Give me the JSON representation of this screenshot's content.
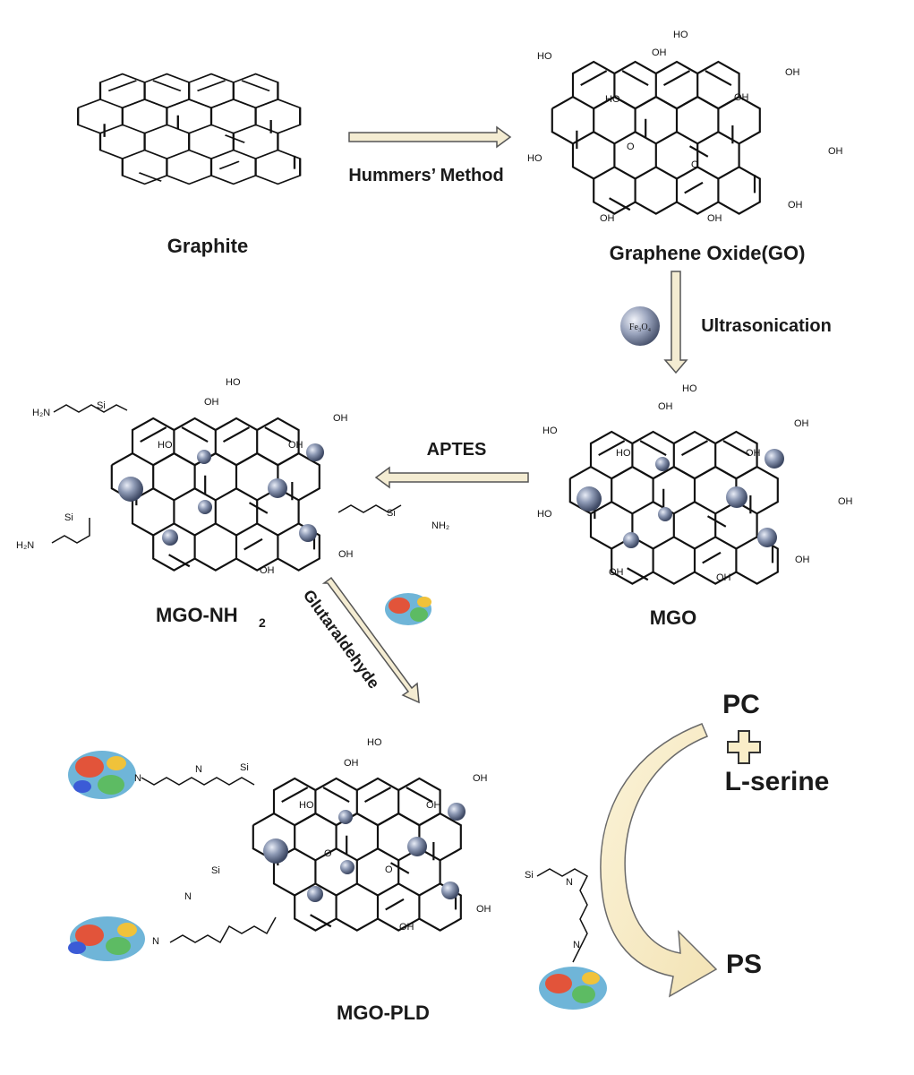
{
  "steps": {
    "graphite": "Graphite",
    "go": "Graphene Oxide(GO)",
    "hummers": "Hummers’ Method",
    "fe3o4": "Fe₃O₄",
    "ultrasonication": "Ultrasonication",
    "mgo": "MGO",
    "aptes": "APTES",
    "mgo_nh2": "MGO-NH",
    "mgo_nh2_sub": "2",
    "glutaraldehyde": "Glutaraldehyde",
    "mgo_pld": "MGO-PLD"
  },
  "reaction": {
    "substrate_1": "PC",
    "plus": "+",
    "substrate_2": "L-serine",
    "product": "PS"
  },
  "groups": {
    "oh": "OH",
    "ho": "HO",
    "o": "O",
    "hooc": "HO",
    "cooh": "OH",
    "si": "Si",
    "h2n": "H₂N",
    "nh2": "NH₂",
    "n": "N"
  },
  "colors": {
    "arrow_fill": "#f4ecd2",
    "arrow_stroke": "#555555",
    "curve_fill": "#f9edc8",
    "particle": "#8e9ab5"
  }
}
